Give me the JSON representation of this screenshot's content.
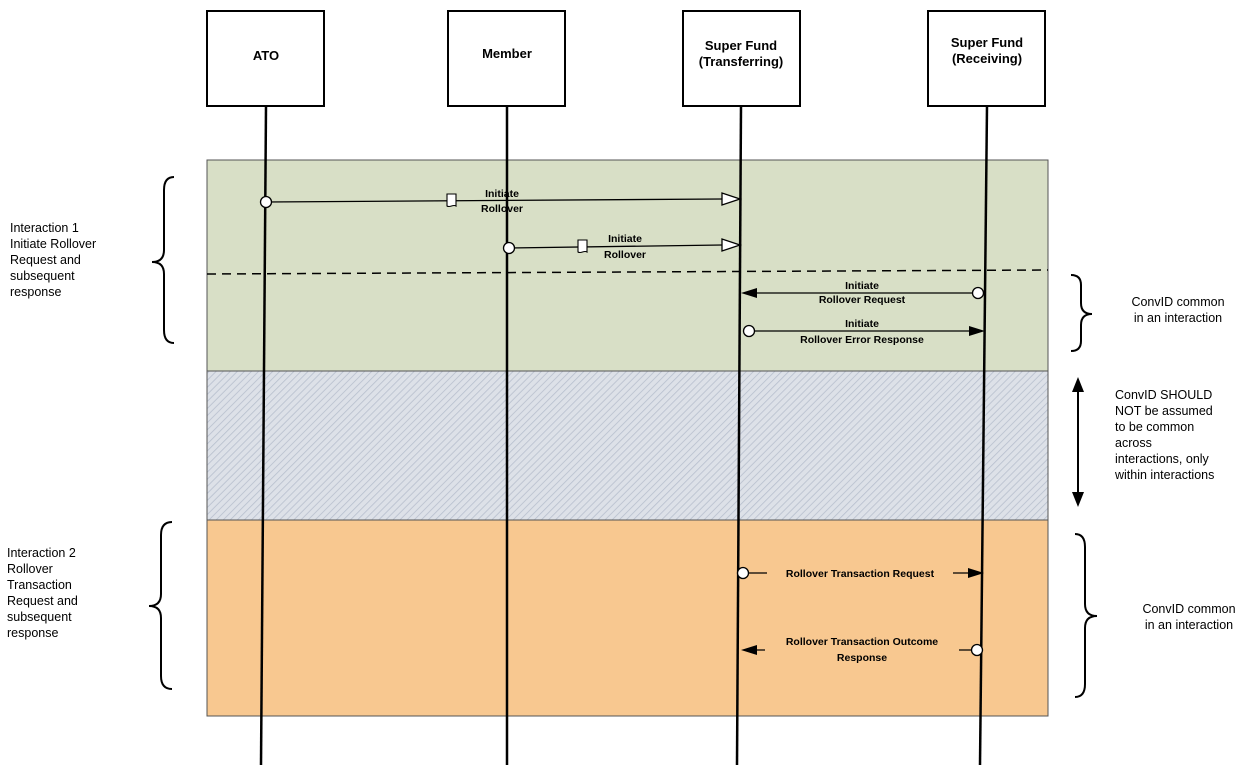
{
  "actors": [
    {
      "id": "ato",
      "lines": [
        "ATO"
      ]
    },
    {
      "id": "member",
      "lines": [
        "Member"
      ]
    },
    {
      "id": "transferring",
      "lines": [
        "Super Fund",
        "(Transferring)"
      ]
    },
    {
      "id": "receiving",
      "lines": [
        "Super Fund",
        "(Receiving)"
      ]
    }
  ],
  "interactions": [
    {
      "id": "interaction-1",
      "label_lines": [
        "Interaction 1",
        "Initiate Rollover",
        "Request and",
        "subsequent",
        "response"
      ],
      "color": "#d8dfc6"
    },
    {
      "id": "interaction-2",
      "label_lines": [
        "Interaction 2",
        "Rollover",
        "Transaction",
        "Request and",
        "subsequent",
        "response"
      ],
      "color": "#f8c890"
    }
  ],
  "separator": {
    "color": "#dde1e8"
  },
  "messages": [
    {
      "id": "initiate-rollover-ato",
      "label_lines": [
        "Initiate",
        "Rollover"
      ]
    },
    {
      "id": "initiate-rollover-member",
      "label_lines": [
        "Initiate",
        "Rollover"
      ]
    },
    {
      "id": "initiate-rollover-request",
      "label_lines": [
        "Initiate",
        "Rollover Request"
      ]
    },
    {
      "id": "initiate-rollover-error-response",
      "label_lines": [
        "Initiate",
        "Rollover Error Response"
      ]
    },
    {
      "id": "rollover-transaction-request",
      "label_lines": [
        "Rollover Transaction Request"
      ]
    },
    {
      "id": "rollover-transaction-outcome-response",
      "label_lines": [
        "Rollover Transaction Outcome",
        "Response"
      ]
    }
  ],
  "notes": [
    {
      "id": "convid-common-1",
      "lines": [
        "ConvID common",
        "in an interaction"
      ]
    },
    {
      "id": "convid-should-not",
      "lines": [
        "ConvID SHOULD",
        "NOT be assumed",
        "to be common",
        "across",
        "interactions, only",
        "within interactions"
      ]
    },
    {
      "id": "convid-common-2",
      "lines": [
        "ConvID common",
        "in an interaction"
      ]
    }
  ]
}
